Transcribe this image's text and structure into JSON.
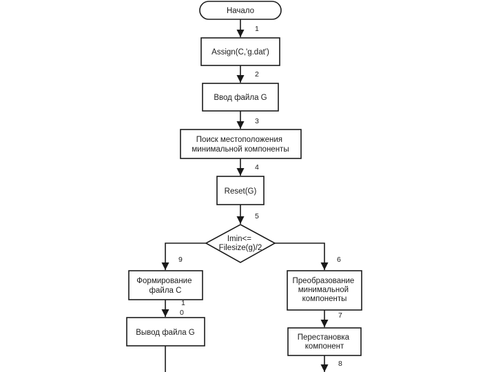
{
  "nodes": {
    "start": [
      "Начало"
    ],
    "assign": [
      "Assign(C,'g.dat')"
    ],
    "input_g": [
      "Ввод файла G"
    ],
    "search_min": [
      "Поиск местоположения",
      "минимальной компоненты"
    ],
    "reset": [
      "Reset(G)"
    ],
    "condition": [
      "Imin<=",
      "Filesize(g)/2"
    ],
    "form_c": [
      "Формирование",
      "файла C"
    ],
    "output_g": [
      "Вывод файла G"
    ],
    "transform": [
      "Преобразование",
      "минимальной",
      "компоненты"
    ],
    "swap": [
      "Перестановка",
      "компонент"
    ]
  },
  "edge_numbers": {
    "e1": "1",
    "e2": "2",
    "e3": "3",
    "e4": "4",
    "e5": "5",
    "e9": "9",
    "e6": "6",
    "e10_a": "1",
    "e10_b": "0",
    "e7": "7",
    "e8": "8"
  }
}
